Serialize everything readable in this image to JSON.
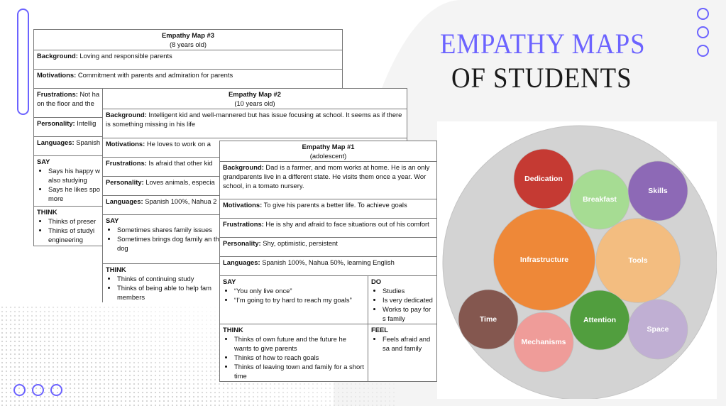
{
  "title": {
    "line1": "EMPATHY MAPS",
    "line2": "OF STUDENTS"
  },
  "colors": {
    "accent": "#6c63ff",
    "title_dark": "#1a1a1a"
  },
  "maps": {
    "m3": {
      "title": "Empathy Map #3",
      "subtitle": "(8 years old)",
      "rows": [
        {
          "label": "Background:",
          "text": " Loving and responsible parents"
        },
        {
          "label": "Motivations:",
          "text": " Commitment with parents and admiration for parents"
        },
        {
          "label": "Frustrations:",
          "text": " Not ha on the floor and the"
        },
        {
          "label": "Personality:",
          "text": " Intellig"
        },
        {
          "label": "Languages:",
          "text": " Spanish"
        }
      ],
      "say_label": "SAY",
      "say": [
        "Says his happy w also studying",
        "Says he likes spo more"
      ],
      "think_label": "THINK",
      "think": [
        "Thinks of preser",
        "Thinks of studyi engineering"
      ]
    },
    "m2": {
      "title": "Empathy Map #2",
      "subtitle": "(10 years old)",
      "rows": [
        {
          "label": "Background:",
          "text": " Intelligent kid and well-mannered but has issue focusing at school. It seems as if there is something missing in his life"
        },
        {
          "label": "Motivations:",
          "text": " He loves to work on a"
        },
        {
          "label": "Frustrations:",
          "text": " Is afraid that other kid"
        },
        {
          "label": "Personality:",
          "text": " Loves animals, especia"
        },
        {
          "label": "Languages:",
          "text": " Spanish 100%, Nahua 2"
        }
      ],
      "say_label": "SAY",
      "say": [
        "Sometimes shares family issues",
        "Sometimes brings dog family an the dog"
      ],
      "think_label": "THINK",
      "think": [
        "Thinks of continuing study",
        "Thinks of being able to help fam members"
      ]
    },
    "m1": {
      "title": "Empathy Map #1",
      "subtitle": "(adolescent)",
      "rows": [
        {
          "label": "Background:",
          "text": " Dad is a farmer, and mom works at home. He is an only grandparents live in a different state. He visits them once a year. Wor school, in a tomato nursery."
        },
        {
          "label": "Motivations:",
          "text": " To give his parents a better life. To achieve goals"
        },
        {
          "label": "Frustrations:",
          "text": " He is shy and afraid to face situations out of his comfort"
        },
        {
          "label": "Personality:",
          "text": " Shy, optimistic, persistent"
        },
        {
          "label": "Languages:",
          "text": " Spanish 100%, Nahua 50%, learning English"
        }
      ],
      "say_label": "SAY",
      "say": [
        "“You only live once”",
        "“I’m going to try hard to reach my goals”"
      ],
      "do_label": "DO",
      "do": [
        "Studies",
        "Is very dedicated",
        "Works to pay for s family"
      ],
      "think_label": "THINK",
      "think": [
        "Thinks of own future and the future he wants to give parents",
        "Thinks of how to reach goals",
        "Thinks of leaving town and family for a short time"
      ],
      "feel_label": "FEEL",
      "feel": [
        "Feels afraid and sa and family"
      ]
    }
  },
  "chart_data": {
    "type": "bubble",
    "title": "",
    "container_color": "#d3d3d3",
    "bubbles": [
      {
        "label": "Dedication",
        "value": 1,
        "color": "#c53a33"
      },
      {
        "label": "Breakfast",
        "value": 1,
        "color": "#a6dc93"
      },
      {
        "label": "Skills",
        "value": 1,
        "color": "#8d69b6"
      },
      {
        "label": "Infrastructure",
        "value": 2.9,
        "color": "#ee8838"
      },
      {
        "label": "Tools",
        "value": 2,
        "color": "#f3bd80"
      },
      {
        "label": "Time",
        "value": 1,
        "color": "#84574f"
      },
      {
        "label": "Mechanisms",
        "value": 1,
        "color": "#ef9c99"
      },
      {
        "label": "Attention",
        "value": 1,
        "color": "#519e3e"
      },
      {
        "label": "Space",
        "value": 1,
        "color": "#c0afd3"
      }
    ]
  }
}
